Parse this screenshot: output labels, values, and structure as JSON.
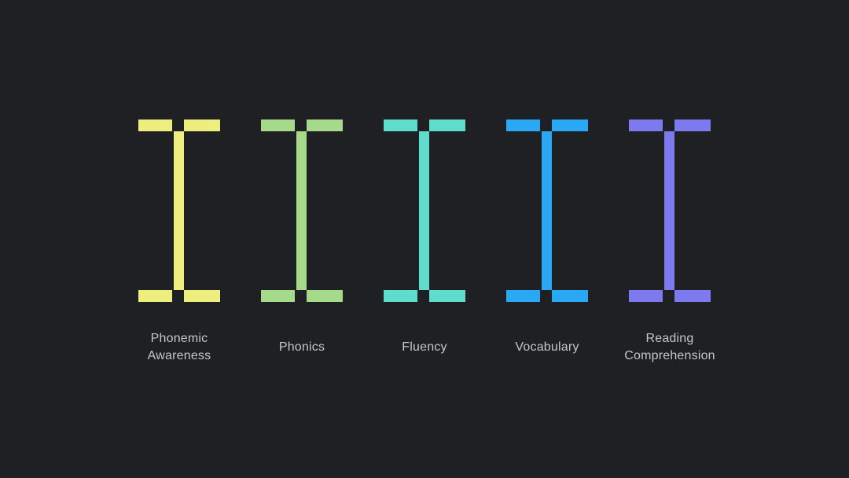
{
  "background_color": "#1F2023",
  "label_color": "#C6C6C6",
  "pillars": [
    {
      "label": "Phonemic Awareness",
      "line1": "Phonemic",
      "line2": "Awareness",
      "color": "#EDEE7E"
    },
    {
      "label": "Phonics",
      "line1": "Phonics",
      "line2": "",
      "color": "#A5DA8A"
    },
    {
      "label": "Fluency",
      "line1": "Fluency",
      "line2": "",
      "color": "#5FDCCC"
    },
    {
      "label": "Vocabulary",
      "line1": "Vocabulary",
      "line2": "",
      "color": "#29A8F3"
    },
    {
      "label": "Reading Comprehension",
      "line1": "Reading",
      "line2": "Comprehension",
      "color": "#7D7AF0"
    }
  ]
}
